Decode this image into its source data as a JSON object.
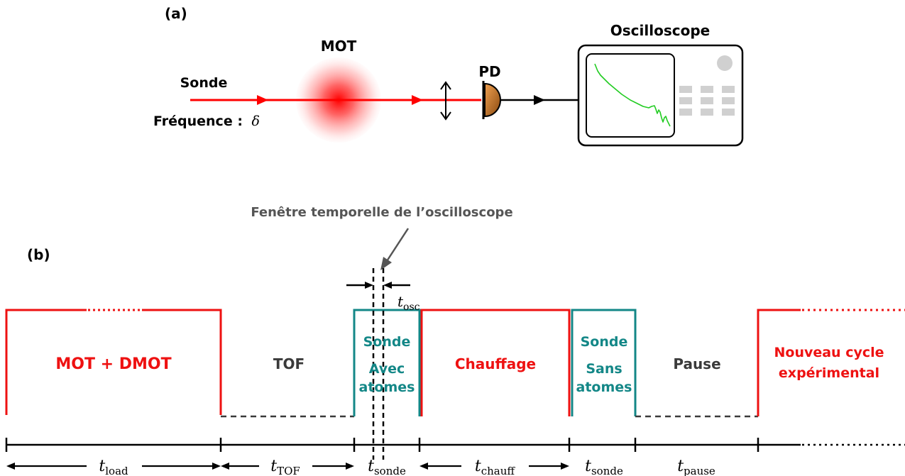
{
  "panel_a": {
    "label": "(a)",
    "probe_label": "Sonde",
    "frequency_label": "Fréquence : ",
    "frequency_symbol": "δ",
    "mot_label": "MOT",
    "pd_label": "PD",
    "oscilloscope_label": "Oscilloscope",
    "colors": {
      "beam": "#ff0000",
      "trace": "#22cc22",
      "detector": "#c8732a"
    }
  },
  "panel_b": {
    "label": "(b)",
    "window_annotation": "Fenêtre temporelle de l’oscilloscope",
    "osc_symbol": "t",
    "osc_sub": "osc",
    "phases": [
      {
        "text": "MOT + DMOT"
      },
      {
        "text": "TOF"
      },
      {
        "line1": "Sonde",
        "line2": "Avec",
        "line3": "atomes"
      },
      {
        "text": "Chauffage"
      },
      {
        "line1": "Sonde",
        "line2": "Sans",
        "line3": "atomes"
      },
      {
        "text": "Pause"
      },
      {
        "line1": "Nouveau cycle",
        "line2": "expérimental"
      }
    ],
    "durations": [
      {
        "sym": "t",
        "sub": "load"
      },
      {
        "sym": "t",
        "sub": "TOF"
      },
      {
        "sym": "t",
        "sub": "sonde"
      },
      {
        "sym": "t",
        "sub": "chauff"
      },
      {
        "sym": "t",
        "sub": "sonde"
      },
      {
        "sym": "t",
        "sub": "pause"
      }
    ],
    "colors": {
      "red": "#ee1111",
      "teal": "#138787",
      "gray": "#3a3a3a"
    }
  }
}
